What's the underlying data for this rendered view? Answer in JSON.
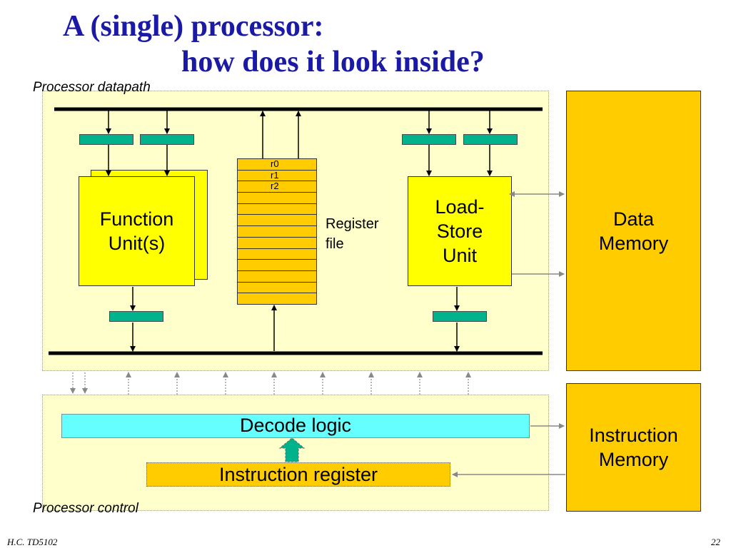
{
  "title": {
    "line1": "A (single) processor:",
    "line2": "how does it look inside?"
  },
  "datapath": {
    "label": "Processor datapath",
    "function_unit": "Function\nUnit(s)",
    "load_store_unit": "Load-\nStore\nUnit",
    "register_file": {
      "label": "Register\nfile",
      "rows": [
        "r0",
        "r1",
        "r2",
        "",
        "",
        "",
        "",
        "",
        "",
        "",
        "",
        "",
        ""
      ]
    }
  },
  "memory": {
    "data": "Data\nMemory",
    "instruction": "Instruction\nMemory"
  },
  "control": {
    "label": "Processor control",
    "decode_logic": "Decode logic",
    "instruction_register": "Instruction register"
  },
  "footer": {
    "author": "H.C.   TD5102",
    "page": "22"
  },
  "colors": {
    "title": "#1a1aa6",
    "function_unit": "#ffff00",
    "memory": "#ffcc00",
    "pipeline_register": "#00b38c",
    "decode_logic": "#66ffff",
    "region_background": "#ffffcc"
  }
}
